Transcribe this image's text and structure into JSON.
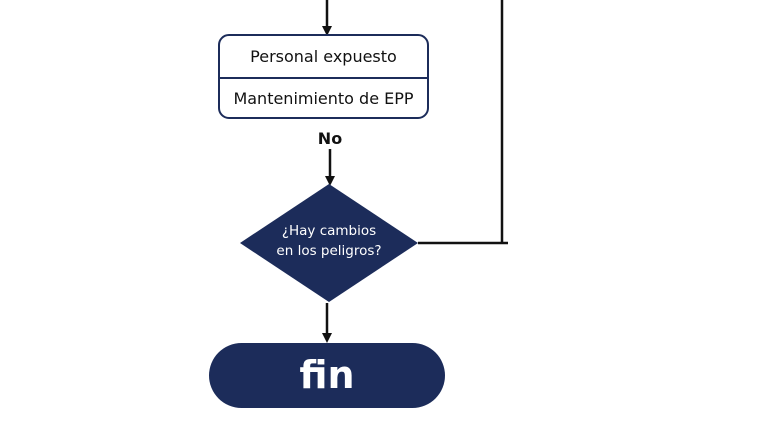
{
  "flowchart": {
    "process": {
      "top_text": "Personal expuesto",
      "bottom_text": "Mantenimiento de EPP"
    },
    "edge_label_no": "No",
    "decision": {
      "line1": "¿Hay cambios",
      "line2": "en los peligros?"
    },
    "terminal": {
      "label": "fin"
    },
    "colors": {
      "navy": "#1c2c5a",
      "line": "#111111"
    }
  }
}
